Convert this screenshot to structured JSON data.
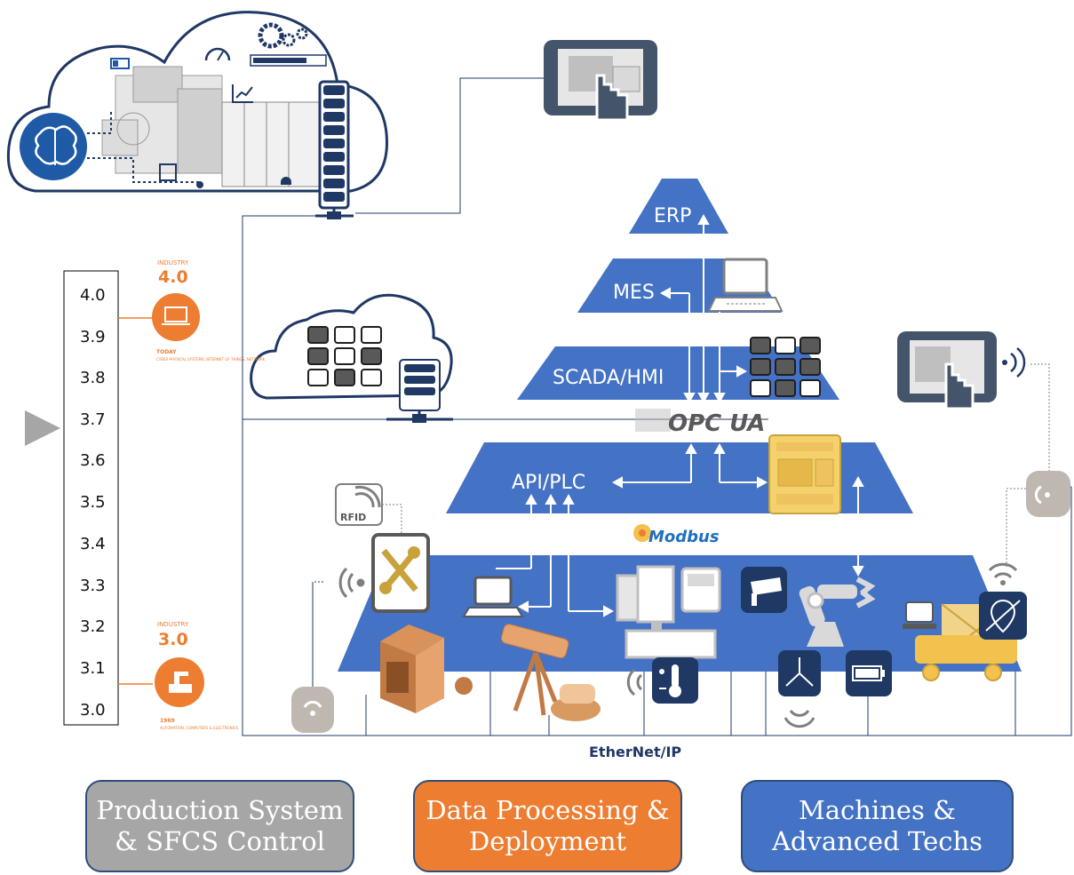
{
  "pyramid": {
    "erp": "ERP",
    "mes": "MES",
    "scada": "SCADA/HMI",
    "api": "API/PLC"
  },
  "protocols": {
    "opcua": "OPC UA",
    "modbus": "Modbus",
    "ethernetip": "EtherNet/IP"
  },
  "scale": {
    "values": [
      "4.0",
      "3.9",
      "3.8",
      "3.7",
      "3.6",
      "3.5",
      "3.4",
      "3.3",
      "3.2",
      "3.1",
      "3.0"
    ]
  },
  "industry4": {
    "small": "INDUSTRY",
    "big": "4.0",
    "caption": "TODAY",
    "sub": "CYBER PHYSICAL SYSTEMS, INTERNET OF THINGS, NETWORK"
  },
  "industry3": {
    "small": "INDUSTRY",
    "big": "3.0",
    "caption": "1969",
    "sub": "AUTOMATION, COMPUTERS & ELECTRONICS"
  },
  "rfid": "RFID",
  "boxes": {
    "production": "Production System\n& SFCS Control",
    "data": "Data Processing &\nDeployment",
    "machines": "Machines &\nAdvanced Techs"
  },
  "colors": {
    "pyramid_blue": "#4472c4",
    "dark_navy": "#1f3864",
    "orange": "#ed7d31",
    "gray": "#a6a6a6",
    "gold": "#f2c14e"
  }
}
